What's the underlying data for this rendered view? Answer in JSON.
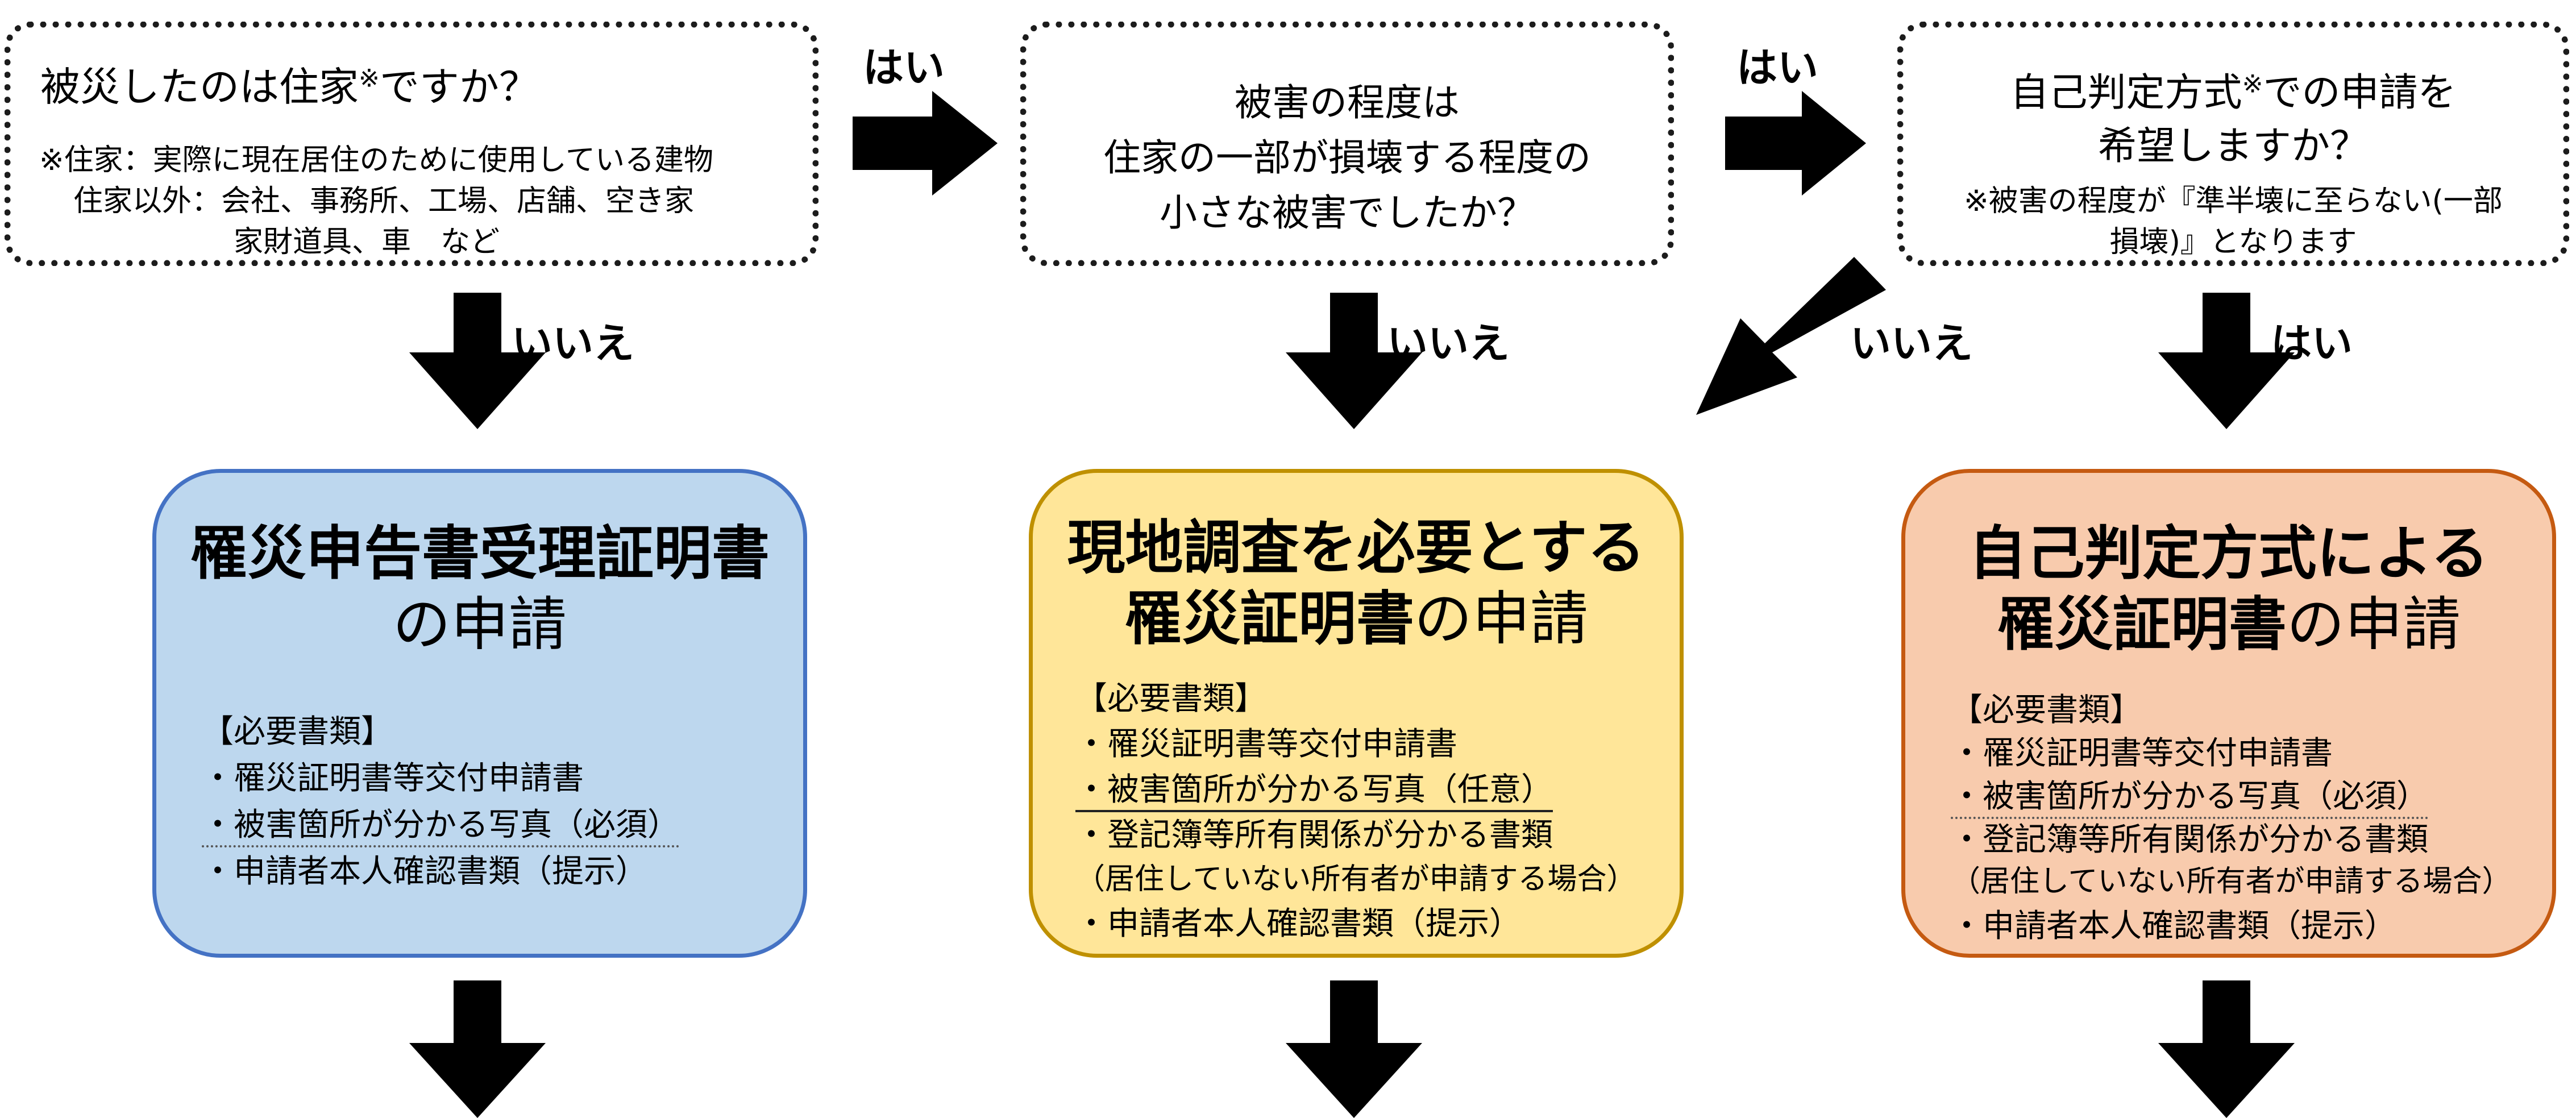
{
  "questions": {
    "q1": {
      "title_a": "被災したのは住家",
      "title_mark": "※",
      "title_b": "ですか？",
      "note1": "※住家：実際に現在居住のために使用している建物",
      "note2": "住家以外：会社、事務所、工場、店舗、空き家",
      "note3": "家財道具、車　など"
    },
    "q2": {
      "line1": "被害の程度は",
      "line2": "住家の一部が損壊する程度の",
      "line3": "小さな被害でしたか？"
    },
    "q3": {
      "line1_a": "自己判定方式",
      "line1_mark": "※",
      "line1_b": "での申請を",
      "line2": "希望しますか？",
      "note1": "※被害の程度が『準半壊に至らない(一部",
      "note2": "損壊)』となります"
    }
  },
  "labels": {
    "yes_1": "はい",
    "yes_2": "はい",
    "no_1": "いいえ",
    "no_2": "いいえ",
    "no_3": "いいえ",
    "yes_3": "はい"
  },
  "cards": {
    "blue": {
      "title_line1": "罹災申告書受理証明書",
      "title_line2": "の申請",
      "docs_header": "【必要書類】",
      "item1": "・罹災証明書等交付申請書",
      "item2": "・被害箇所が分かる写真（必須）",
      "item3": "・申請者本人確認書類（提示）"
    },
    "yellow": {
      "title_line1": "現地調査を必要とする",
      "title_line2_bold": "罹災証明書",
      "title_line2_rest": "の申請",
      "docs_header": "【必要書類】",
      "item1": "・罹災証明書等交付申請書",
      "item2": "・被害箇所が分かる写真（任意）",
      "item3": "・登記簿等所有関係が分かる書類",
      "item3_note": "（居住していない所有者が申請する場合）",
      "item4": "・申請者本人確認書類（提示）"
    },
    "orange": {
      "title_line1": "自己判定方式による",
      "title_line2_bold": "罹災証明書",
      "title_line2_rest": "の申請",
      "docs_header": "【必要書類】",
      "item1": "・罹災証明書等交付申請書",
      "item2": "・被害箇所が分かる写真（必須）",
      "item3": "・登記簿等所有関係が分かる書類",
      "item3_note": "（居住していない所有者が申請する場合）",
      "item4": "・申請者本人確認書類（提示）"
    }
  },
  "colors": {
    "blue_fill": "#bdd7ee",
    "blue_border": "#4472c4",
    "yellow_fill": "#ffe699",
    "yellow_border": "#bf9000",
    "orange_fill": "#f8cbad",
    "orange_border": "#c55a11",
    "arrow": "#000000"
  }
}
